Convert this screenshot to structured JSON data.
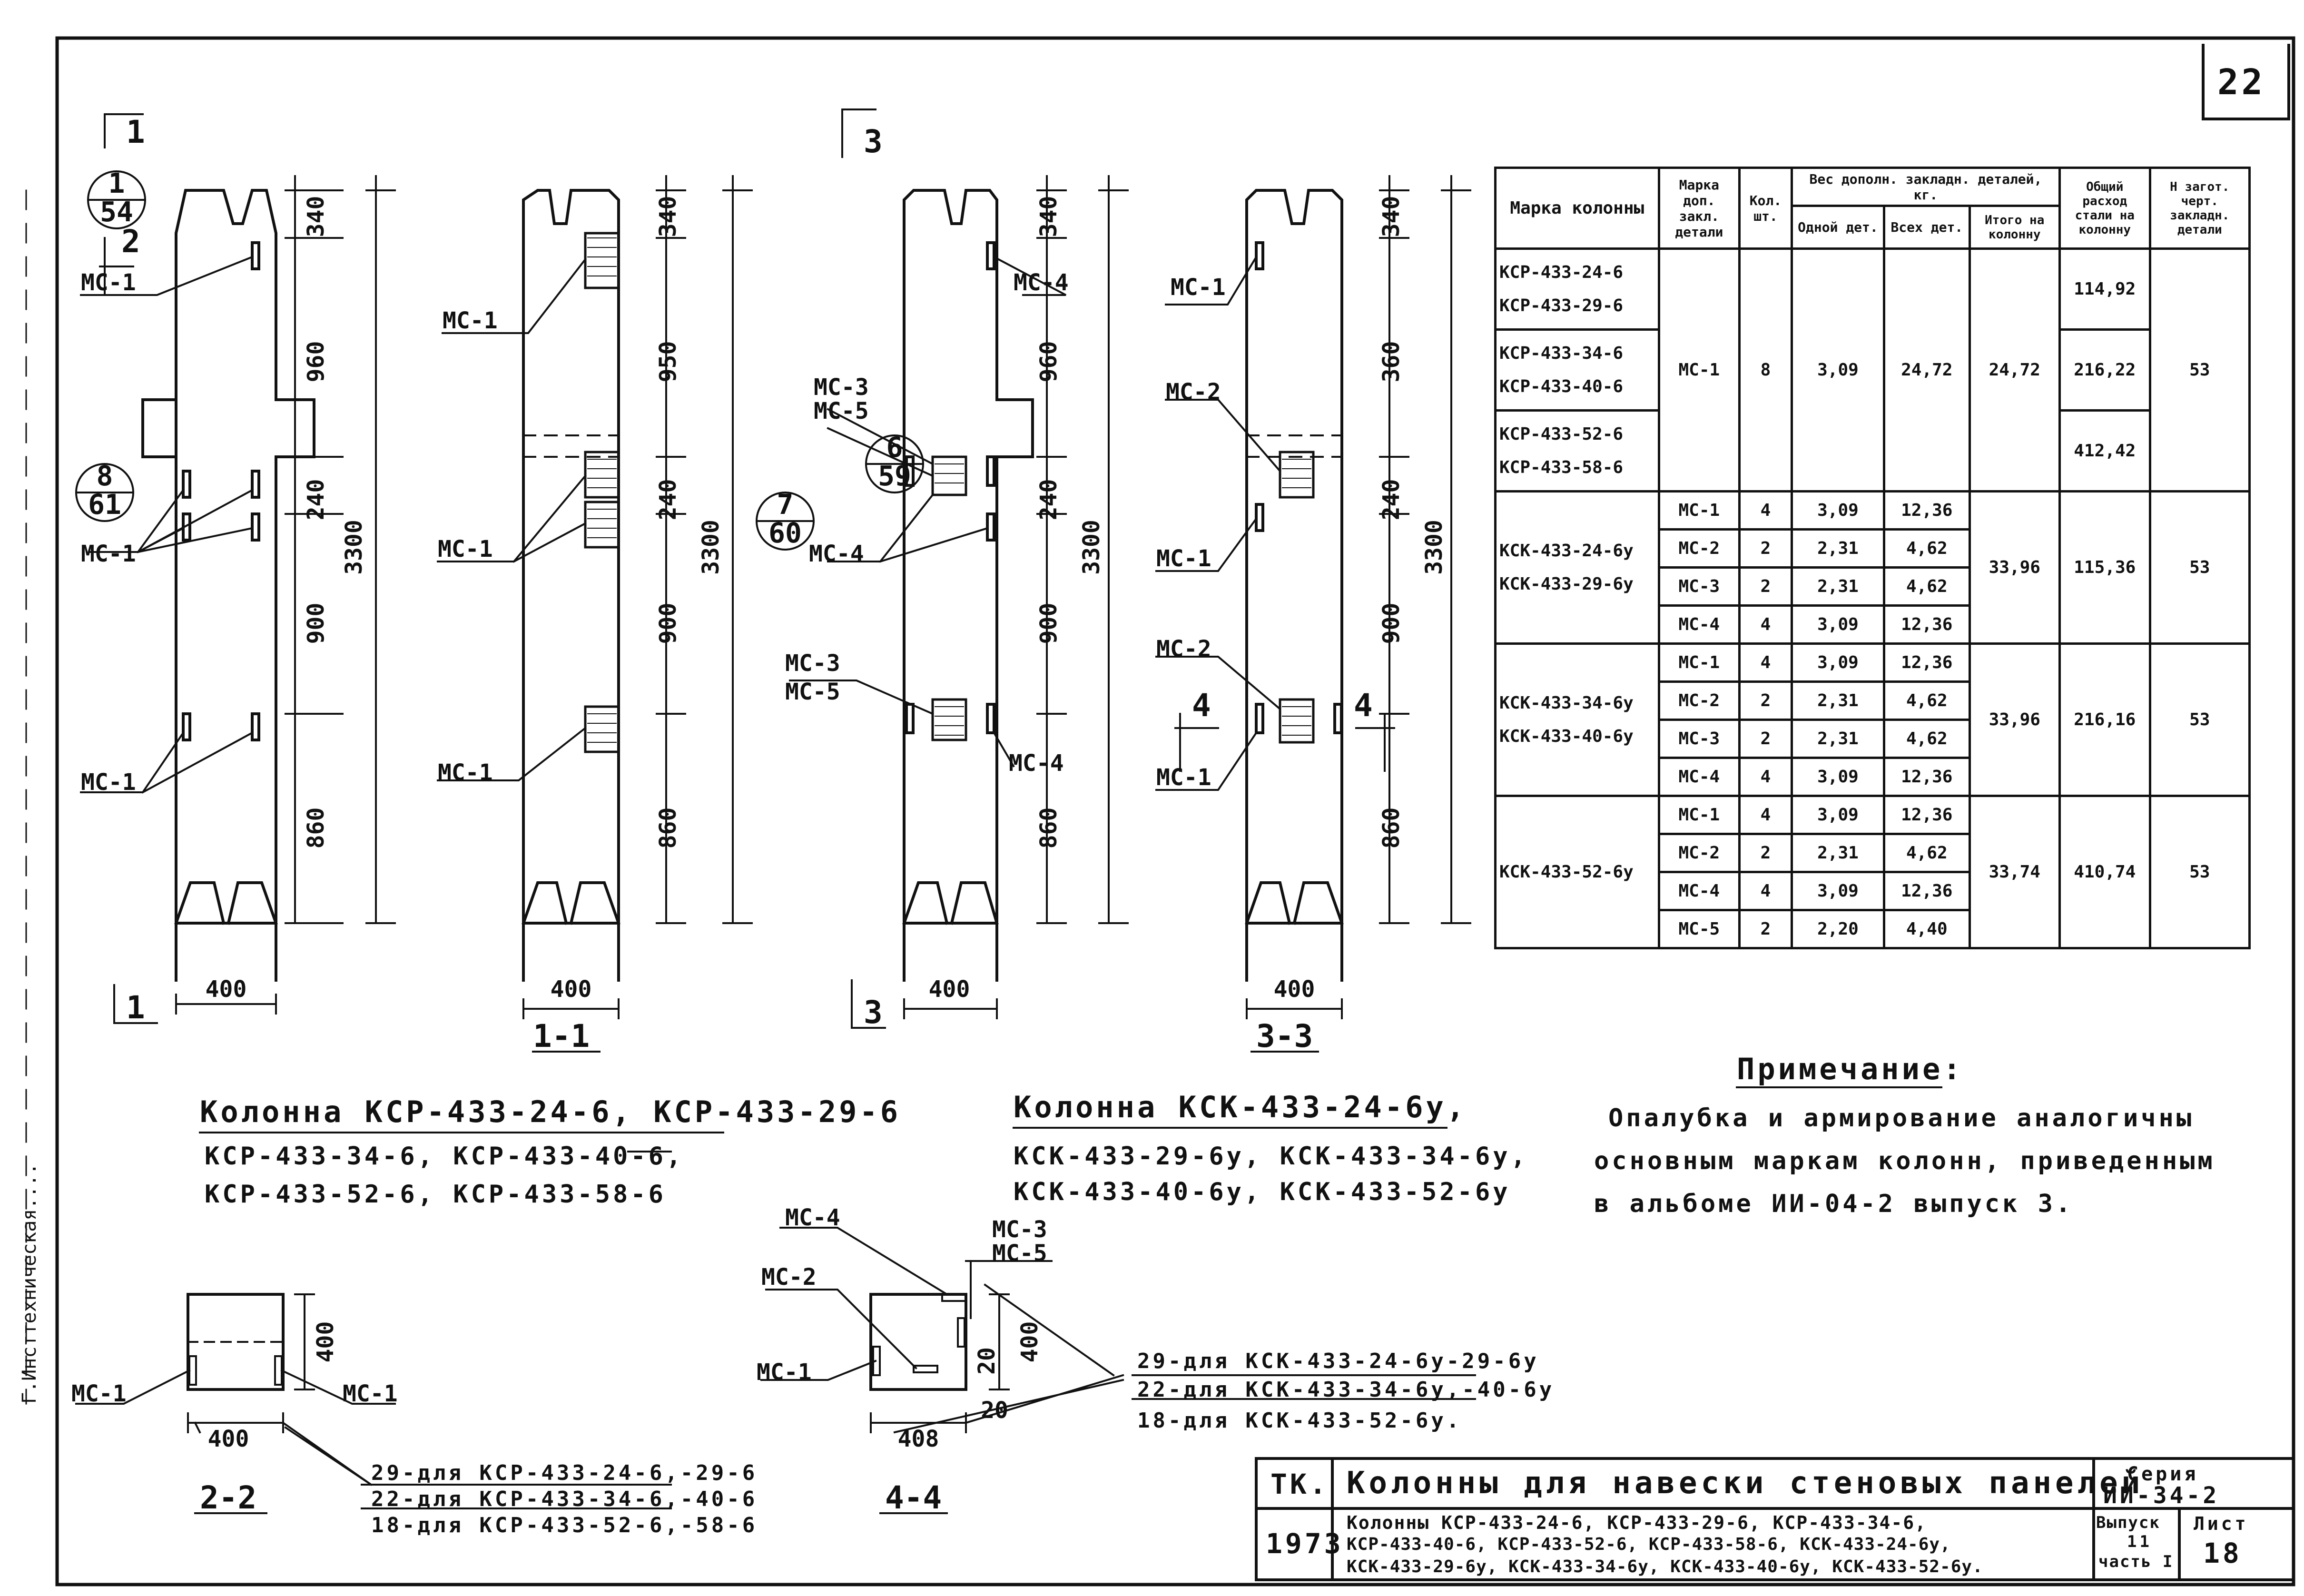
{
  "sheet_number": "22",
  "section_marks": {
    "s1": "1",
    "s3": "3",
    "s1_1": "1-1",
    "s3_3": "3-3",
    "s2_2": "2-2",
    "s4_4": "4-4",
    "cut2": "2",
    "cut4": "4"
  },
  "circles": [
    {
      "top": "1",
      "bottom": "54"
    },
    {
      "top": "8",
      "bottom": "61"
    },
    {
      "top": "6",
      "bottom": "59"
    },
    {
      "top": "7",
      "bottom": "60"
    }
  ],
  "dims": {
    "d340": "340",
    "d960": "960",
    "d950": "950",
    "d240": "240",
    "d900": "900",
    "d860": "860",
    "d3300": "3300",
    "d400": "400",
    "d408": "408",
    "d20": "20",
    "d360": "360"
  },
  "labels": {
    "mc1": "МС-1",
    "mc2": "МС-2",
    "mc3": "МС-3",
    "mc4": "МС-4",
    "mc5": "МС-5",
    "mc3mc5": "МС-5"
  },
  "caption1": {
    "title": "Колонна КСР-433-24-6, КСР-433-29-6",
    "line2": "КСР-433-34-6, КСР-433-40-6,",
    "line3": "КСР-433-52-6, КСР-433-58-6"
  },
  "caption2": {
    "title": "Колонна КСК-433-24-6у,",
    "line2": "КСК-433-29-6у, КСК-433-34-6у,",
    "line3": "КСК-433-40-6у, КСК-433-52-6у"
  },
  "note": {
    "title": "Примечание:",
    "line1": "Опалубка и армирование аналогичны",
    "line2": "основным маркам колонн, приведенным",
    "line3": "в альбоме ИИ-04-2 выпуск 3."
  },
  "sect22_notes": [
    "29-для КСР-433-24-6,-29-6",
    "22-для КСР-433-34-6,-40-6",
    "18-для КСР-433-52-6,-58-6"
  ],
  "sect44_notes": [
    "29-для КСК-433-24-6у-29-6у",
    "22-для КСК-433-34-6у,-40-6у",
    "18-для КСК-433-52-6у."
  ],
  "table": {
    "headers": [
      "Марка колонны",
      "Марка доп. закл. детали",
      "Кол. шт.",
      "Вес дополн. закладн. деталей, кг.",
      "Одной дет.",
      "Всех дет.",
      "Итого на колонну",
      "Общий расход стали на колонну",
      "Н загот. черт. закладн. детали"
    ],
    "group1": {
      "marks": [
        "КСР-433-24-6",
        "КСР-433-29-6",
        "КСР-433-34-6",
        "КСР-433-40-6",
        "КСР-433-52-6",
        "КСР-433-58-6"
      ],
      "detail": "МС-1",
      "qty": "8",
      "one": "3,09",
      "all": "24,72",
      "total": "24,72",
      "steel": [
        "114,92",
        "216,22",
        "412,42"
      ],
      "drawing": "53"
    },
    "group2": {
      "marks": [
        "КСК-433-24-6у",
        "КСК-433-29-6у"
      ],
      "rows": [
        [
          "МС-1",
          "4",
          "3,09",
          "12,36"
        ],
        [
          "МС-2",
          "2",
          "2,31",
          "4,62"
        ],
        [
          "МС-3",
          "2",
          "2,31",
          "4,62"
        ],
        [
          "МС-4",
          "4",
          "3,09",
          "12,36"
        ]
      ],
      "total": "33,96",
      "steel": "115,36",
      "drawing": "53"
    },
    "group3": {
      "marks": [
        "КСК-433-34-6у",
        "КСК-433-40-6у"
      ],
      "rows": [
        [
          "МС-1",
          "4",
          "3,09",
          "12,36"
        ],
        [
          "МС-2",
          "2",
          "2,31",
          "4,62"
        ],
        [
          "МС-3",
          "2",
          "2,31",
          "4,62"
        ],
        [
          "МС-4",
          "4",
          "3,09",
          "12,36"
        ]
      ],
      "total": "33,96",
      "steel": "216,16",
      "drawing": "53"
    },
    "group4": {
      "marks": [
        "КСК-433-52-6у"
      ],
      "rows": [
        [
          "МС-1",
          "4",
          "3,09",
          "12,36"
        ],
        [
          "МС-2",
          "2",
          "2,31",
          "4,62"
        ],
        [
          "МС-4",
          "4",
          "3,09",
          "12,36"
        ],
        [
          "МС-5",
          "2",
          "2,20",
          "4,40"
        ]
      ],
      "total": "33,74",
      "steel": "410,74",
      "drawing": "53"
    }
  },
  "title_block": {
    "tk": "ТК.",
    "year": "1973",
    "title": "Колонны для навески стеновых панелей",
    "series_label": "Серия",
    "series": "ИИ-34-2",
    "subtitle1": "Колонны КСР-433-24-6, КСР-433-29-6, КСР-433-34-6,",
    "subtitle2": "КСР-433-40-6, КСР-433-52-6, КСР-433-58-6, КСК-433-24-6у,",
    "subtitle3": "КСК-433-29-6у, КСК-433-34-6у, КСК-433-40-6у, КСК-433-52-6у.",
    "issue_label": "Выпуск",
    "issue": "11",
    "part": "часть I",
    "sheet_label": "Лист",
    "sheet": "18"
  },
  "margin_stamp": "Г.Инсттехническая...."
}
